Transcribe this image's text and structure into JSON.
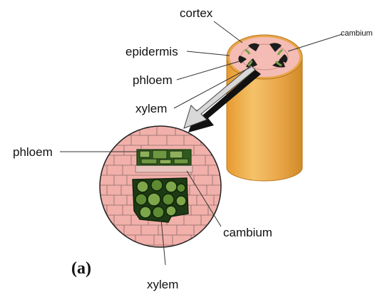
{
  "labels": {
    "cortex": "cortex",
    "cambium_top": "cambium",
    "epidermis": "epidermis",
    "phloem_top": "phloem",
    "xylem_top": "xylem",
    "phloem_left": "phloem",
    "cambium_bottom": "cambium",
    "xylem_bottom": "xylem",
    "panel_letter": "(a)"
  },
  "colors": {
    "cortex_pink": "#f2b6b0",
    "stem_gold": "#e8a640",
    "vascular_green": "#3f6b2a",
    "xylem_dark": "#1d3a14",
    "arrow_black": "#111111",
    "arrow_gray": "#d0d0d0"
  }
}
